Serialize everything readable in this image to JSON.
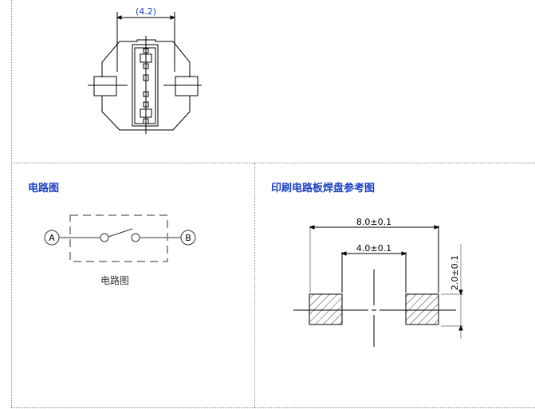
{
  "top_drawing": {
    "dimension_label": "(4.2)"
  },
  "circuit_section": {
    "title": "电路图",
    "terminal_a": "A",
    "terminal_b": "B",
    "caption": "电路图"
  },
  "pcb_section": {
    "title": "印刷电路板焊盘参考图",
    "dim_outer": "8.0±0.1",
    "dim_inner": "4.0±0.1",
    "dim_height": "2.0±0.1"
  },
  "colors": {
    "title": "#1a3fc0",
    "line": "#000000",
    "gray_line": "#888888"
  }
}
